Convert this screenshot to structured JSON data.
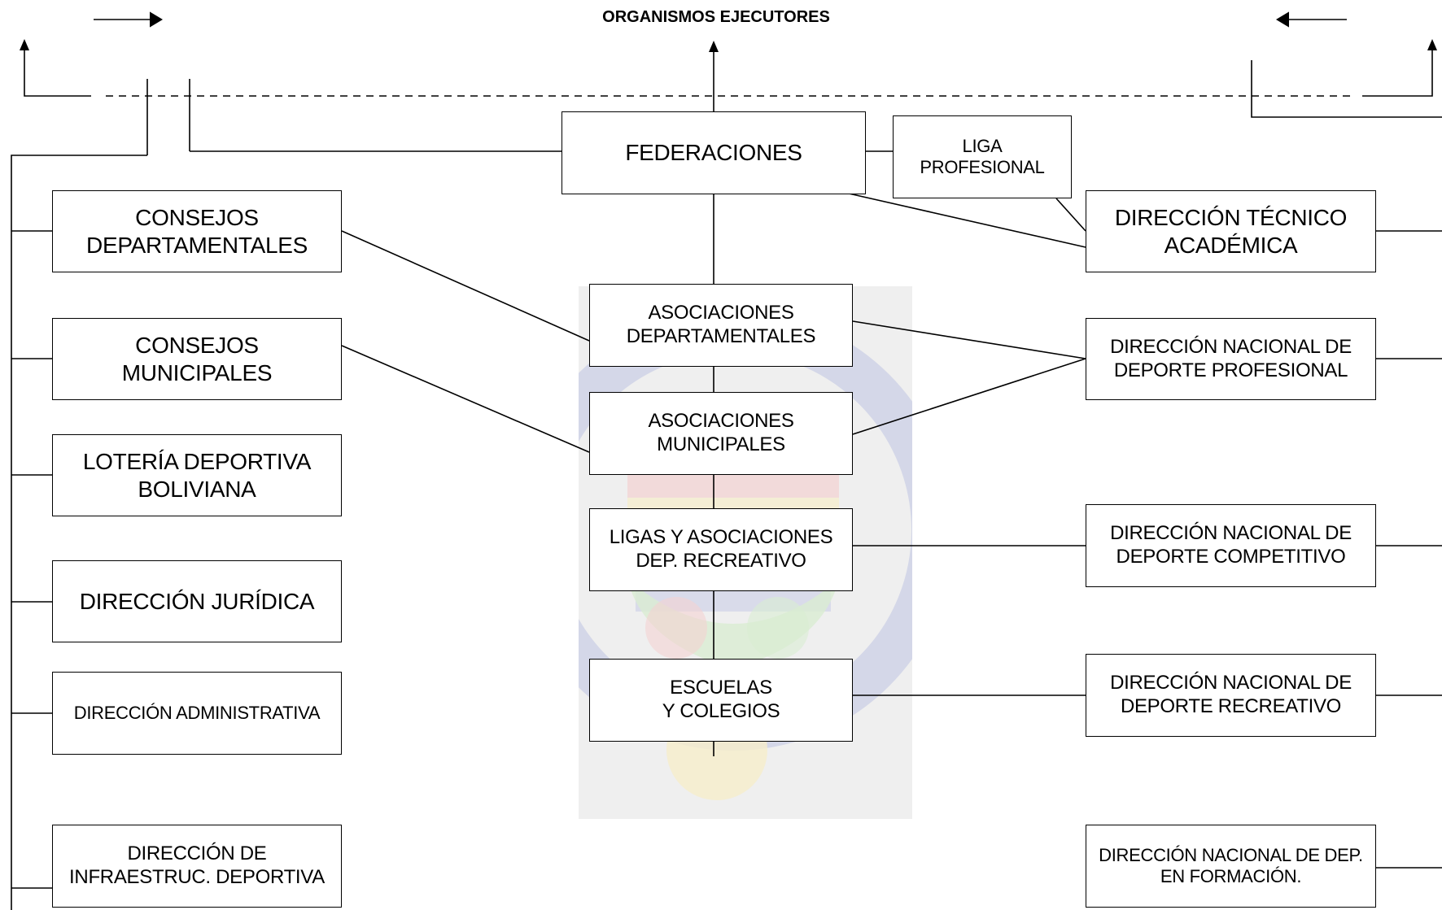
{
  "heading": "ORGANISMOS EJECUTORES",
  "center": {
    "federaciones": "FEDERACIONES",
    "liga_profesional": "LIGA\nPROFESIONAL",
    "asociaciones_departamentales": "ASOCIACIONES\nDEPARTAMENTALES",
    "asociaciones_municipales": "ASOCIACIONES\nMUNICIPALES",
    "ligas_asociaciones": "LIGAS Y ASOCIACIONES\nDEP. RECREATIVO",
    "escuelas_colegios": "ESCUELAS\nY COLEGIOS"
  },
  "left": {
    "consejos_departamentales": "CONSEJOS\nDEPARTAMENTALES",
    "consejos_municipales": "CONSEJOS\nMUNICIPALES",
    "loteria": "LOTERÍA DEPORTIVA\nBOLIVIANA",
    "juridica": "DIRECCIÓN  JURÍDICA",
    "administrativa": "DIRECCIÓN ADMINISTRATIVA",
    "infraestructura": "DIRECCIÓN DE\nINFRAESTRUC. DEPORTIVA"
  },
  "right": {
    "tecnico_academica": "DIRECCIÓN TÉCNICO\nACADÉMICA",
    "deporte_profesional": "DIRECCIÓN NACIONAL DE\nDEPORTE PROFESIONAL",
    "deporte_competitivo": "DIRECCIÓN NACIONAL DE\nDEPORTE COMPETITIVO",
    "deporte_recreativo": "DIRECCIÓN NACIONAL DE\nDEPORTE RECREATIVO",
    "deporte_formacion": "DIRECCIÓN NACIONAL DE DEP.\nEN FORMACIÓN."
  },
  "colors": {
    "line": "#000000",
    "watermark_bg": "#efefef",
    "watermark_blue": "#c9cde6",
    "watermark_red": "#f3d2d2",
    "watermark_green": "#d9ecd2",
    "watermark_gold": "#f6eecb"
  }
}
